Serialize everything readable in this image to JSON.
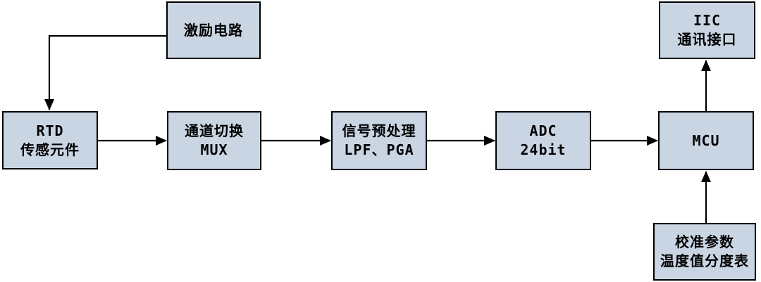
{
  "diagram": {
    "style": {
      "box_fill": "#CAD5E4",
      "box_border": "#000000",
      "line_color": "#000000"
    },
    "nodes": {
      "excitation": {
        "lines": [
          "激励电路"
        ]
      },
      "rtd": {
        "lines": [
          "RTD",
          "传感元件"
        ]
      },
      "mux": {
        "lines": [
          "通道切换",
          "MUX"
        ]
      },
      "preproc": {
        "lines": [
          "信号预处理",
          "LPF、PGA"
        ]
      },
      "adc": {
        "lines": [
          "ADC",
          "24bit"
        ]
      },
      "mcu": {
        "lines": [
          "MCU"
        ]
      },
      "iic": {
        "lines": [
          "IIC",
          "通讯接口"
        ]
      },
      "calib": {
        "lines": [
          "校准参数",
          "温度值分度表"
        ]
      }
    },
    "connections": [
      {
        "from": "excitation",
        "to": "rtd"
      },
      {
        "from": "rtd",
        "to": "mux"
      },
      {
        "from": "mux",
        "to": "preproc"
      },
      {
        "from": "preproc",
        "to": "adc"
      },
      {
        "from": "adc",
        "to": "mcu"
      },
      {
        "from": "mcu",
        "to": "iic"
      },
      {
        "from": "calib",
        "to": "mcu"
      }
    ]
  }
}
